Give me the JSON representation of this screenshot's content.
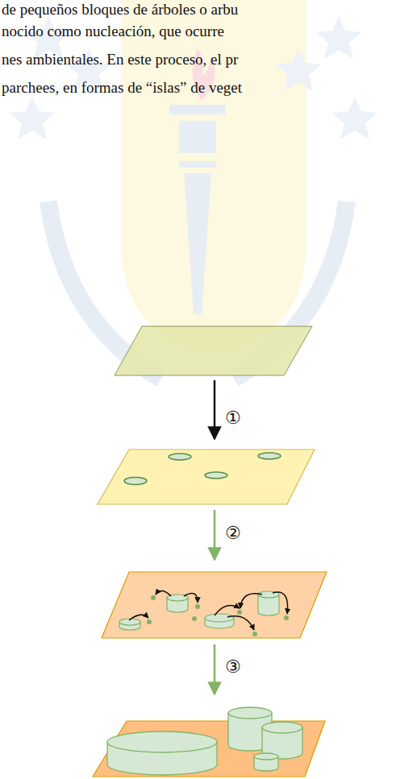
{
  "diagram": {
    "labels": [
      "de pequeños bloques de árboles o arbu",
      "nocido como nucleación, que ocurre",
      "nes ambientales. En este proceso, el pr",
      "parchees, en formas de “islas” de veget",
      "①",
      "②",
      "③"
    ]
  }
}
